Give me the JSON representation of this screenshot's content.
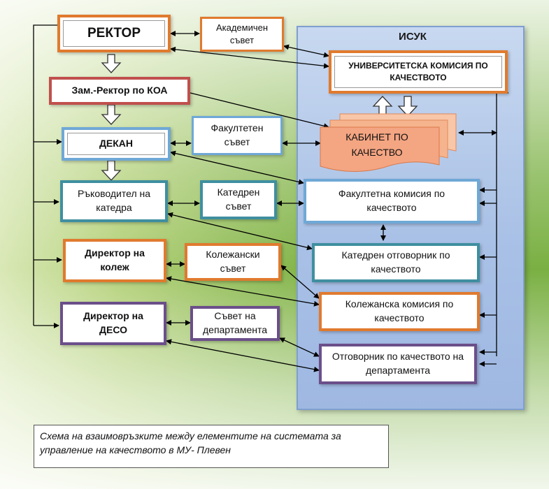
{
  "isuk": {
    "title": "ИСУК"
  },
  "nodes": {
    "rector": "РЕКТОР",
    "academic_council": "Академичен съвет",
    "university_commission": "УНИВЕРСИТЕТСКА КОМИСИЯ ПО КАЧЕСТВОТО",
    "deputy_rector": "Зам.-Ректор по КОА",
    "quality_office": "КАБИНЕТ ПО КАЧЕСТВО",
    "dean": "ДЕКАН",
    "faculty_council": "Факултетен съвет",
    "head_of_department": "Ръководител на катедра",
    "department_council": "Катедрен съвет",
    "faculty_commission": "Факултетна комисия по качеството",
    "department_quality_officer": "Катедрен отговорник по качеството",
    "college_director": "Директор на колеж",
    "college_council": "Колежански съвет",
    "college_commission": "Колежанска комисия по качеството",
    "deso_director": "Директор на ДЕСО",
    "dept_council": "Съвет на департамента",
    "dept_quality_officer": "Отговорник по качеството на департамента"
  },
  "caption": "Схема на взаимовръзките между елементите на системата за управление на качеството в МУ- Плевен",
  "colors": {
    "orange": "#e07a2e",
    "blue": "#6fa8d6",
    "teal": "#3f8fa0",
    "red": "#c0504d",
    "purple": "#6b4f8a",
    "salmon": "#f4a582",
    "panel": "#a9c1e6"
  }
}
